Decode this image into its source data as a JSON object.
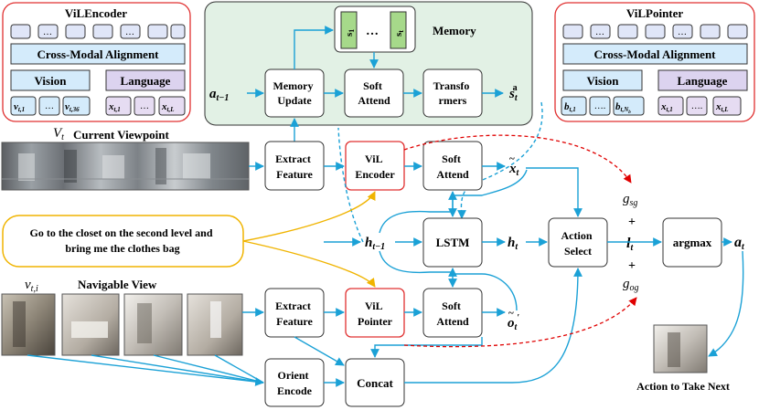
{
  "memory": {
    "title": "Memory",
    "s_first": "s",
    "s_first_sub": "1",
    "s_ellipsis": "…",
    "s_last": "s",
    "s_last_sub": "t",
    "memory_update": [
      "Memory",
      "Update"
    ],
    "soft_attend": [
      "Soft",
      "Attend"
    ],
    "transformers": [
      "Transfo",
      "rmers"
    ],
    "output": "s",
    "output_sub": "t",
    "output_sup": "a",
    "input": "a",
    "input_sub": "t−1"
  },
  "vil_encoder_panel": {
    "title": "ViLEncoder",
    "top_ellipsis": "…",
    "alignment": "Cross-Modal Alignment",
    "vision": "Vision",
    "language": "Language",
    "vision_tokens": [
      [
        "v",
        "t,1"
      ],
      [
        "…",
        ""
      ],
      [
        "v",
        "t,36"
      ]
    ],
    "language_tokens": [
      [
        "x",
        "t,1"
      ],
      [
        "…",
        ""
      ],
      [
        "x",
        "t,L"
      ]
    ]
  },
  "vil_pointer_panel": {
    "title": "ViLPointer",
    "top_ellipsis": "…",
    "alignment": "Cross-Modal Alignment",
    "vision": "Vision",
    "language": "Language",
    "vision_tokens": [
      [
        "b",
        "t,1"
      ],
      [
        "….",
        ""
      ],
      [
        "b",
        "t,N"
      ]
    ],
    "vision_last_subsub": "b",
    "language_tokens": [
      [
        "x",
        "t,1"
      ],
      [
        "….",
        ""
      ],
      [
        "x",
        "t,L"
      ]
    ]
  },
  "current_view": {
    "symbol": "V",
    "symbol_sub": "t",
    "label": "Current Viewpoint"
  },
  "navigable_view": {
    "symbol": "v",
    "symbol_sub": "t,i",
    "label": "Navigable View"
  },
  "instruction": {
    "line1": "Go to the closet on the second level and",
    "line2": "bring me the clothes bag"
  },
  "blocks": {
    "extract_feature_top": [
      "Extract",
      "Feature"
    ],
    "vil_encoder": [
      "ViL",
      "Encoder"
    ],
    "soft_attend_top": [
      "Soft",
      "Attend"
    ],
    "lstm": "LSTM",
    "extract_feature_bottom": [
      "Extract",
      "Feature"
    ],
    "vil_pointer": [
      "ViL",
      "Pointer"
    ],
    "soft_attend_bottom": [
      "Soft",
      "Attend"
    ],
    "orient_encode": [
      "Orient",
      "Encode"
    ],
    "concat": "Concat",
    "action_select": [
      "Action",
      "Select"
    ],
    "argmax": "argmax"
  },
  "symbols": {
    "x_tilde": "x",
    "x_tilde_sub": "t",
    "h_prev": "h",
    "h_prev_sub": "t−1",
    "h_t": "h",
    "h_t_sub": "t",
    "o_tilde": "o",
    "o_tilde_sub": "t",
    "g_sg": "g",
    "g_sg_sub": "sg",
    "l_t": "l",
    "l_t_sub": "t",
    "g_og": "g",
    "g_og_sub": "og",
    "plus": "+",
    "a_t": "a",
    "a_t_sub": "t"
  },
  "action_caption": "Action to Take Next",
  "colors": {
    "arrow": "#1ba1d6",
    "red_dashed": "#e00000",
    "yellow": "#f0b400",
    "red_border": "#e03030",
    "memory_bg": "#e2f1e5",
    "slot_green": "#a6d98a",
    "align_bg": "#d4ebfb",
    "vision_bg": "#d4ebfb",
    "language_bg": "#dcd3ef",
    "token_vision": "#d4ebfb",
    "token_language": "#e6dcf2",
    "top_token": "#e0e6f8"
  }
}
